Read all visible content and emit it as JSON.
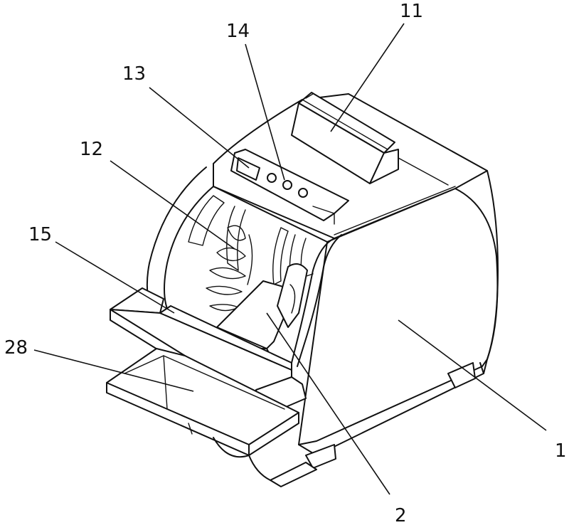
{
  "labels": {
    "main_body": "1",
    "outlet_tray": "2",
    "display_panel": "11",
    "feed_wheel": "12",
    "indicator_screen": "13",
    "control_buttons": "14",
    "inlet_tray": "15",
    "front_stacker": "28"
  }
}
